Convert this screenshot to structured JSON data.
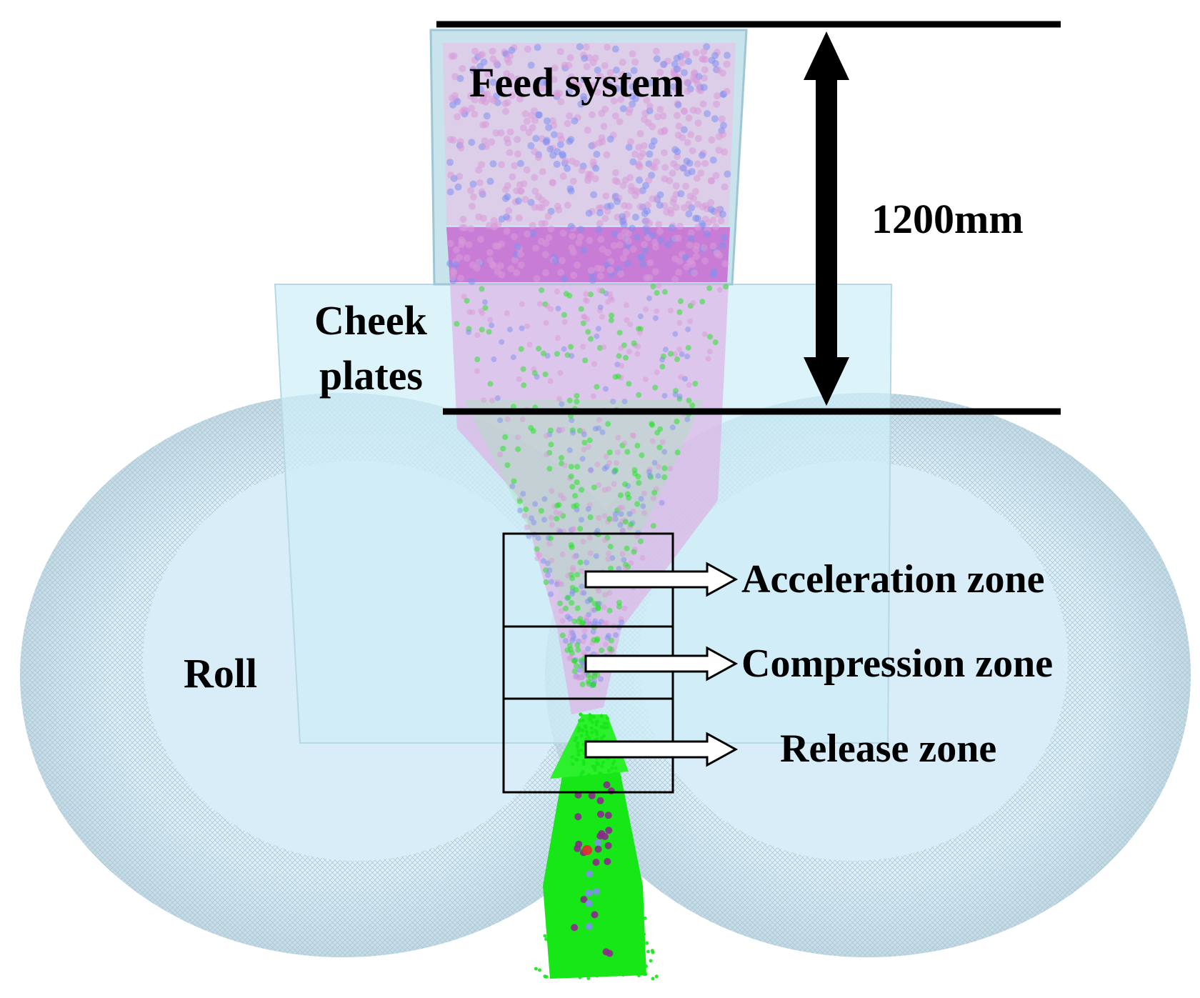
{
  "labels": {
    "feed_system": "Feed system",
    "height": "1200mm",
    "cheek_plates_line1": "Cheek",
    "cheek_plates_line2": "plates",
    "roll": "Roll",
    "acceleration_zone": "Acceleration zone",
    "compression_zone": "Compression zone",
    "release_zone": "Release zone"
  },
  "colors": {
    "roll_fill": "#d6ecf6",
    "roll_mesh": "#a9c3d1",
    "plate_fill": "#cfeef8",
    "hopper_fill": "#b9dbe6",
    "particle_pink": "#d99ad8",
    "particle_blue": "#7f8ff0",
    "particle_green": "#17e617",
    "particle_red": "#e03030",
    "annotation": "#000000"
  }
}
